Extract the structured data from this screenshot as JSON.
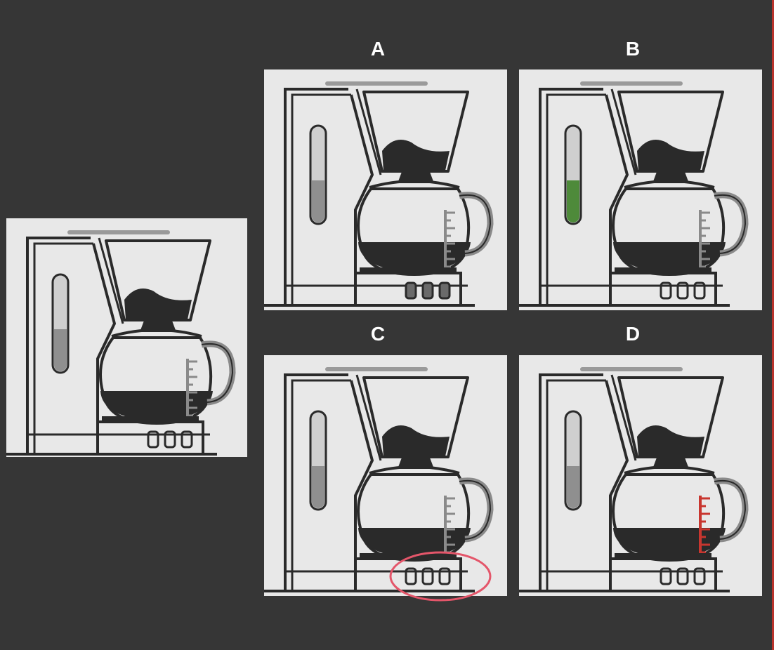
{
  "puzzle": {
    "options": [
      {
        "id": "A",
        "label": "A",
        "buttons_state": "shaded",
        "gauge_state": "normal",
        "scale_state": "normal",
        "highlighted": false
      },
      {
        "id": "B",
        "label": "B",
        "buttons_state": "normal",
        "gauge_state": "green",
        "scale_state": "normal",
        "highlighted": false
      },
      {
        "id": "C",
        "label": "C",
        "buttons_state": "normal",
        "gauge_state": "normal",
        "scale_state": "normal",
        "highlighted": true
      },
      {
        "id": "D",
        "label": "D",
        "buttons_state": "normal",
        "gauge_state": "normal",
        "scale_state": "red",
        "highlighted": false
      }
    ]
  },
  "colors": {
    "background": "#363636",
    "panel": "#e8e8e8",
    "ink": "#2a2a2a",
    "gauge_fill": "#8f8f8f",
    "gauge_green": "#4e8a3a",
    "scale_red": "#c8362f",
    "highlight_circle": "#e4566a",
    "right_edge": "#b8332c"
  }
}
